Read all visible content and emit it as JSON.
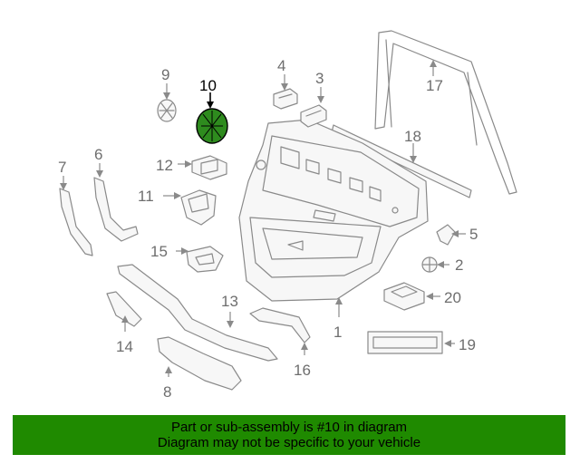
{
  "callouts": {
    "c1": "1",
    "c2": "2",
    "c3": "3",
    "c4": "4",
    "c5": "5",
    "c6": "6",
    "c7": "7",
    "c8": "8",
    "c9": "9",
    "c10": "10",
    "c11": "11",
    "c12": "12",
    "c13": "13",
    "c14": "14",
    "c15": "15",
    "c16": "16",
    "c17": "17",
    "c18": "18",
    "c19": "19",
    "c20": "20"
  },
  "highlight": {
    "part": "10",
    "color": "#2e8b1e"
  },
  "banner": {
    "line1": "Part or sub-assembly is #10 in diagram",
    "line2": "Diagram may not be specific to your vehicle",
    "color": "#1f8a00"
  }
}
